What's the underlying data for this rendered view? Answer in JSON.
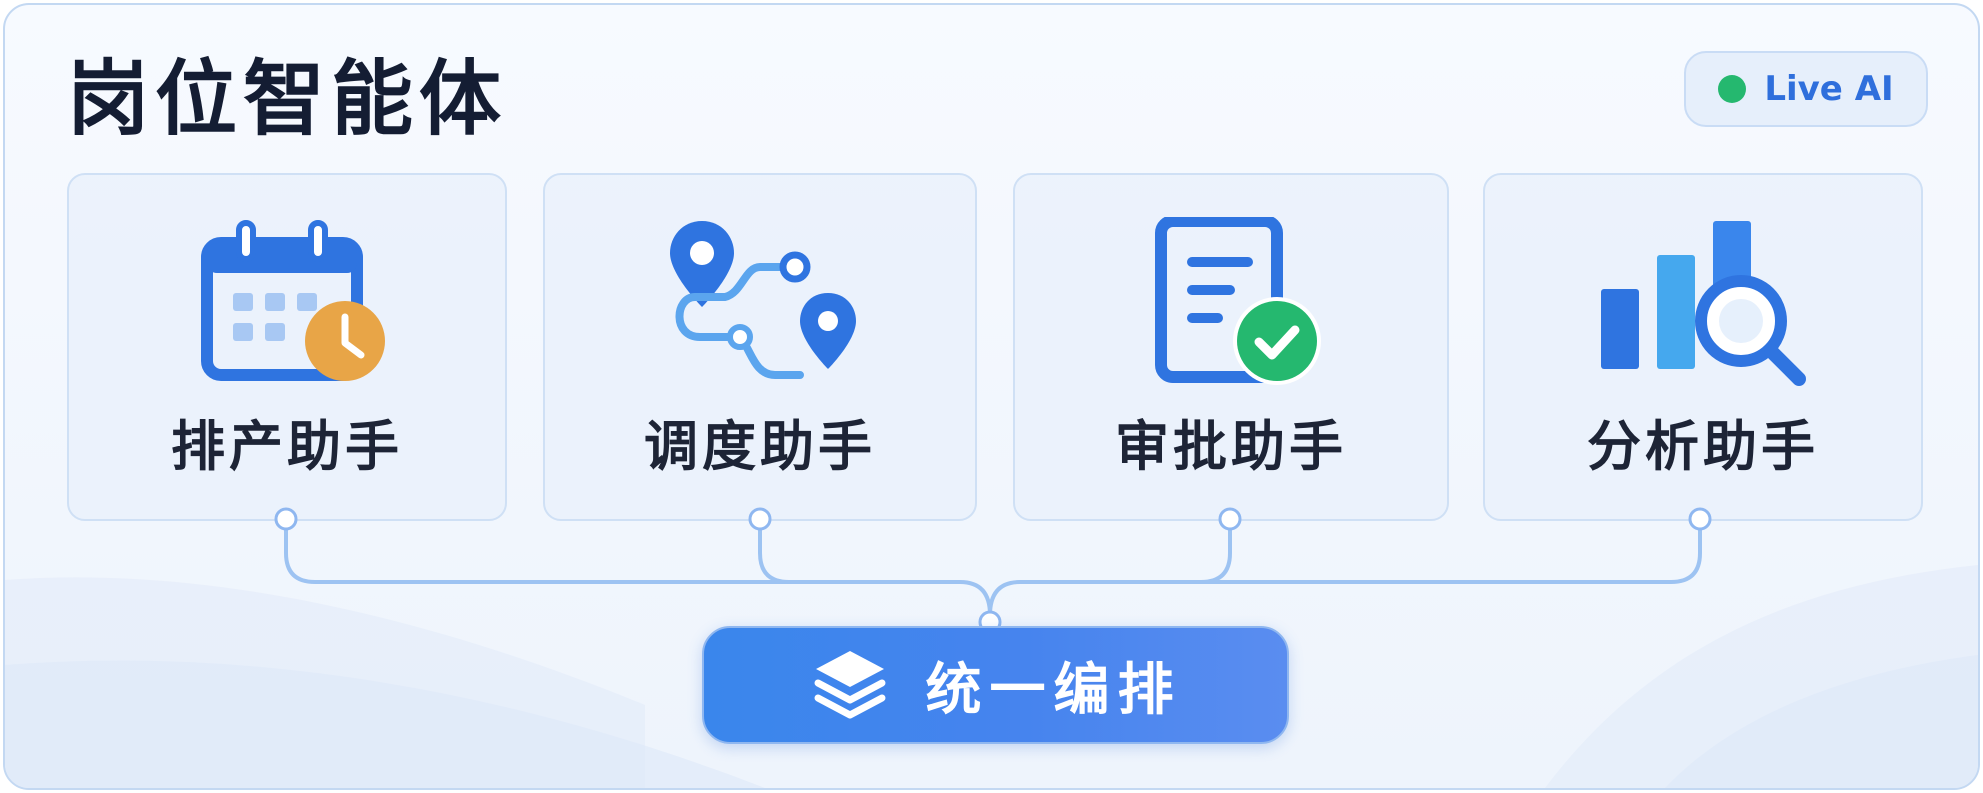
{
  "header": {
    "title": "岗位智能体",
    "badge": {
      "label": "Live AI",
      "dot_color": "#25b86f"
    }
  },
  "agents": [
    {
      "label": "排产助手",
      "icon": "calendar-clock-icon"
    },
    {
      "label": "调度助手",
      "icon": "route-pins-icon"
    },
    {
      "label": "审批助手",
      "icon": "document-check-icon"
    },
    {
      "label": "分析助手",
      "icon": "bar-chart-search-icon"
    }
  ],
  "hub": {
    "label": "统一编排",
    "icon": "layers-icon"
  },
  "colors": {
    "accent": "#3a86ec",
    "icon_blue": "#2f74e0",
    "clock_orange": "#e8a547",
    "check_green": "#25b86f",
    "connector": "#9dc3f2"
  }
}
